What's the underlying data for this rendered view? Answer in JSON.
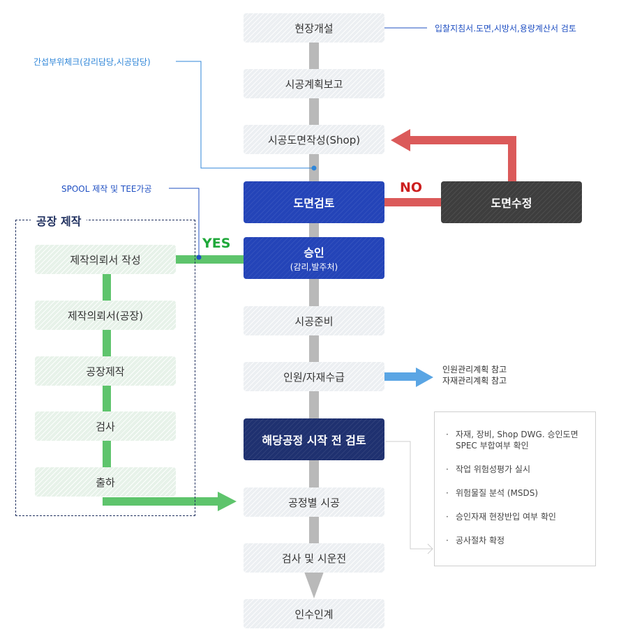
{
  "main_flow": [
    {
      "id": "site-setup",
      "label": "현장개설",
      "style": "gray"
    },
    {
      "id": "construction-plan-report",
      "label": "시공계획보고",
      "style": "gray"
    },
    {
      "id": "shop-drawing",
      "label": "시공도면작성(Shop)",
      "style": "gray"
    },
    {
      "id": "drawing-review",
      "label": "도면검토",
      "style": "blue"
    },
    {
      "id": "approval",
      "label": "승인",
      "sublabel": "(감리,발주처)",
      "style": "blue"
    },
    {
      "id": "construction-prep",
      "label": "시공준비",
      "style": "gray"
    },
    {
      "id": "manpower-material",
      "label": "인원/자재수급",
      "style": "gray"
    },
    {
      "id": "pre-process-review",
      "label": "해당공정 시작 전 검토",
      "style": "navy"
    },
    {
      "id": "process-construction",
      "label": "공정별 시공",
      "style": "gray"
    },
    {
      "id": "inspection-test-run",
      "label": "검사 및 시운전",
      "style": "gray"
    },
    {
      "id": "handover",
      "label": "인수인계",
      "style": "gray"
    }
  ],
  "revision_box": {
    "label": "도면수정"
  },
  "decision_labels": {
    "no": "NO",
    "yes": "YES"
  },
  "annotations": {
    "site_setup_note": "입찰지침서.도면,시방서,용량계산서 검토",
    "interference_note": "간섭부위체크(감리담당,시공담당)",
    "spool_note": "SPOOL 제작 및 TEE가공",
    "supply_note_lines": [
      "인원관리계획 참고",
      "자재관리계획 참고"
    ]
  },
  "factory": {
    "title": "공장 제작",
    "steps": [
      {
        "label": "제작의뢰서 작성"
      },
      {
        "label": "제작의뢰서(공장)"
      },
      {
        "label": "공장제작"
      },
      {
        "label": "검사"
      },
      {
        "label": "출하"
      }
    ]
  },
  "checklist": {
    "bullet": "·",
    "items": [
      {
        "lines": [
          "자재, 장비, Shop DWG. 승인도면",
          "SPEC 부합여부 확인"
        ]
      },
      {
        "lines": [
          "작업 위험성평가 실시"
        ]
      },
      {
        "lines": [
          "위험물질 분석 (MSDS)"
        ]
      },
      {
        "lines": [
          "승인자재 현장반입 여부 확인"
        ]
      },
      {
        "lines": [
          "공사절차 확정"
        ]
      }
    ]
  },
  "colors": {
    "connector_gray": "#b9b9b9",
    "blue_box": "#2444b8",
    "navy_box": "#1f3170",
    "dark_box": "#3e3e3e",
    "no_arrow": "#db5a5a",
    "yes_green": "#5ec46c",
    "supply_arrow": "#5aa5e4",
    "note_blue": "#1f4fc2",
    "note_lightblue": "#2f86d8"
  }
}
